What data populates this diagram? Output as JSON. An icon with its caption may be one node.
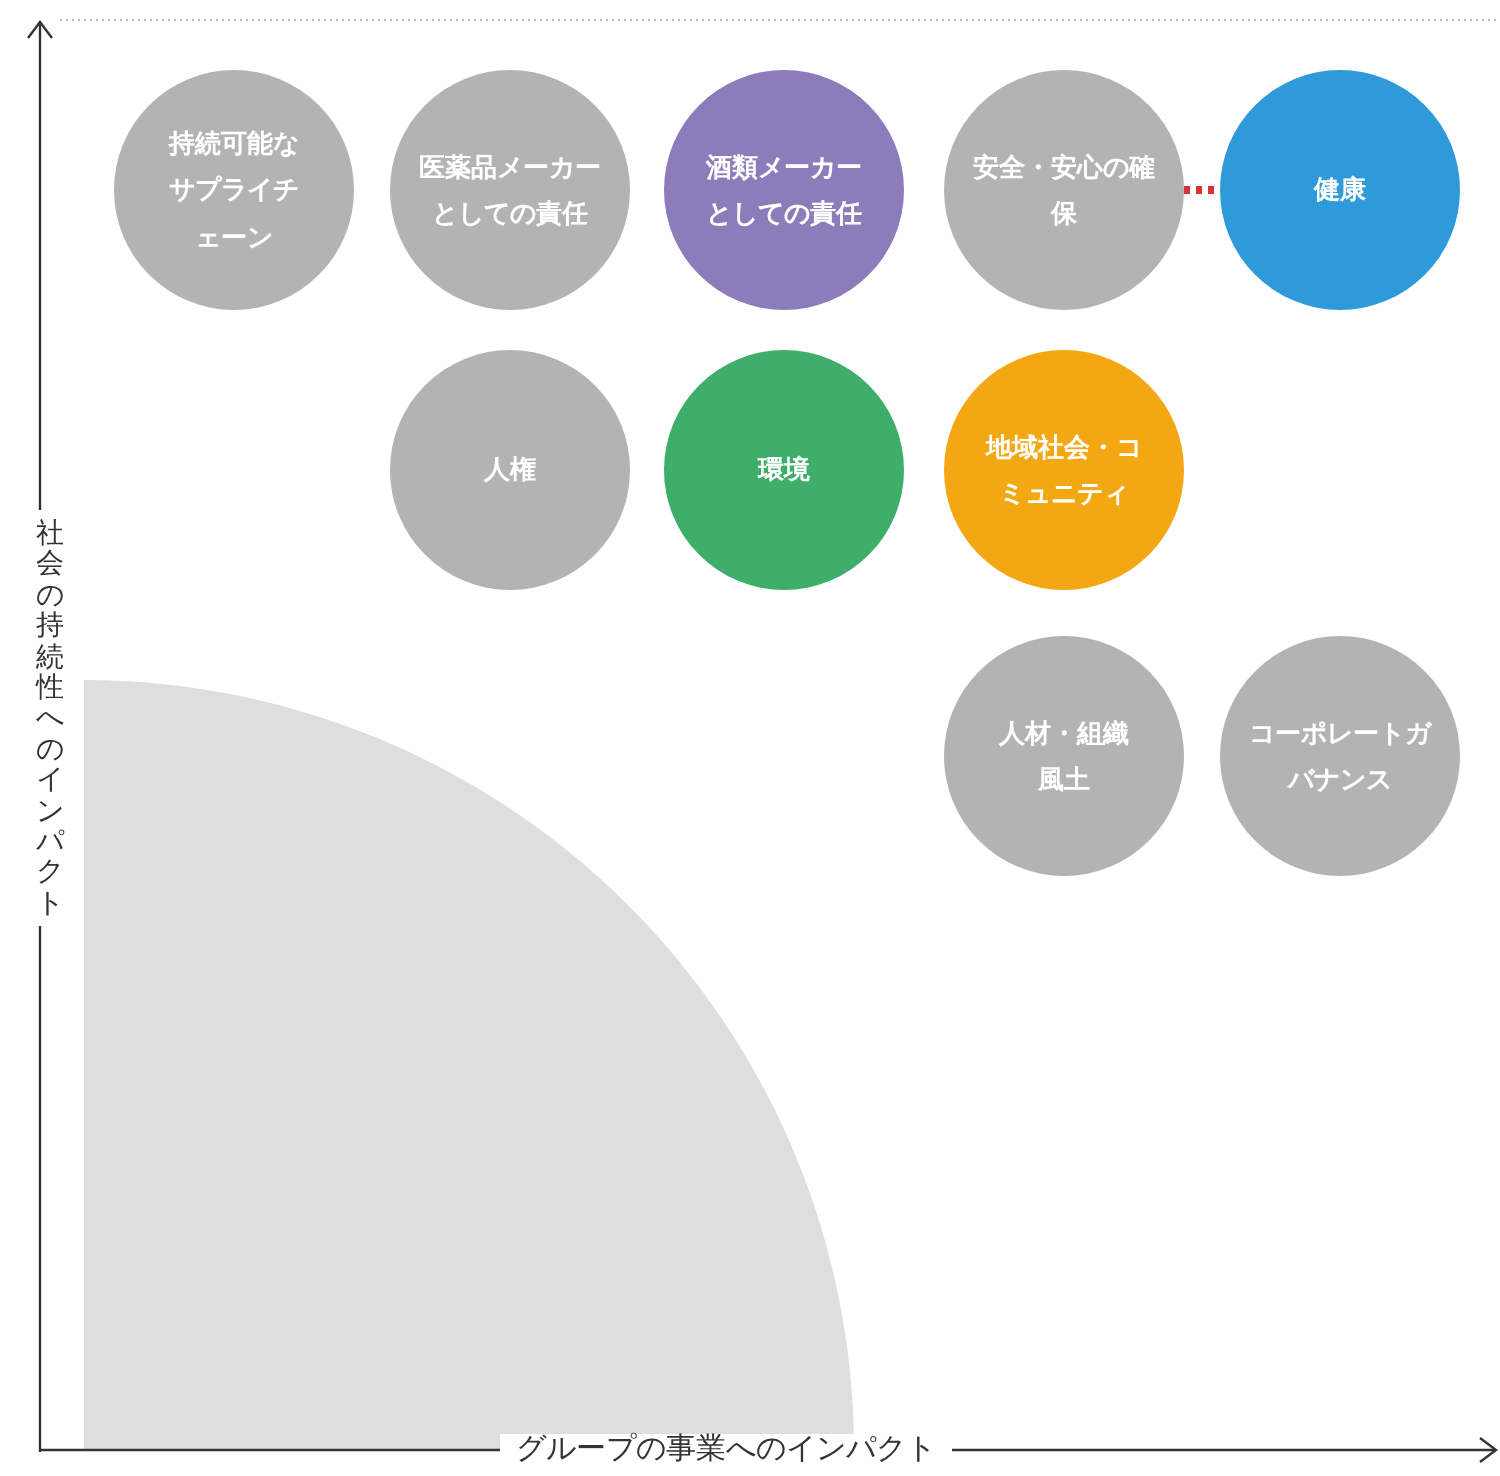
{
  "diagram": {
    "nodes": [
      {
        "text": [
          "持続可能なサプライチェーン"
        ]
      },
      {
        "text": [
          "医薬品メーカーとしての責任"
        ]
      },
      {
        "text": [
          "酒類メーカーとしての責任"
        ]
      },
      {
        "text": [
          "安全・安心の確保"
        ]
      },
      {
        "text": [
          "健康"
        ]
      },
      {
        "text": [
          "人権"
        ]
      },
      {
        "text": [
          "環境"
        ]
      },
      {
        "text": [
          "地域社会・コミュニティ"
        ]
      },
      {
        "text": [
          "人材・組織風土"
        ]
      },
      {
        "text": [
          "コーポレートガバナンス"
        ]
      }
    ],
    "edges": [
      {
        "from": 3,
        "to": 4,
        "arrow": "none",
        "style": "dashed",
        "color": "#d9313a"
      }
    ],
    "labels": [
      "社会の持続性へのインパクト",
      "グループの事業へのインパクト"
    ]
  }
}
